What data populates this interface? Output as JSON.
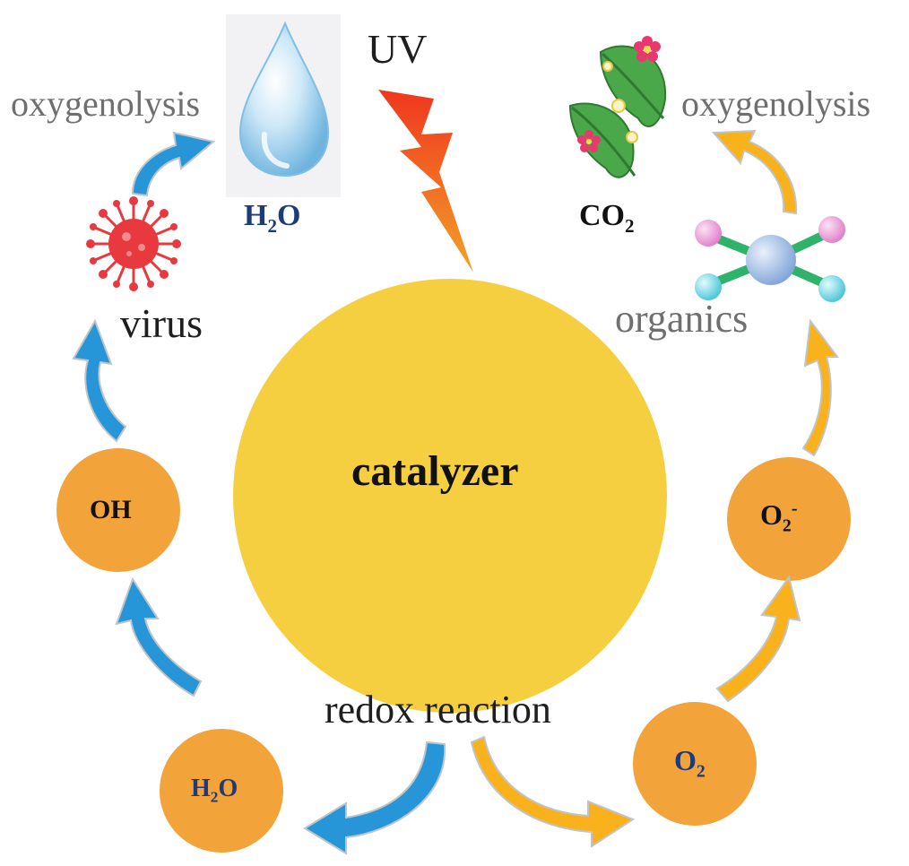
{
  "labels": {
    "uv": "UV",
    "oxygenolysis_left": "oxygenolysis",
    "oxygenolysis_right": "oxygenolysis",
    "virus": "virus",
    "organics": "organics",
    "catalyzer": "catalyzer",
    "redox": "redox reaction"
  },
  "species": {
    "h2o_top": {
      "base": "H",
      "sub": "2",
      "rest": "O"
    },
    "co2": {
      "base": "CO",
      "sub": "2"
    },
    "oh": "OH",
    "o2_minus": {
      "base": "O",
      "sub": "2",
      "sup": "-"
    },
    "o2": {
      "base": "O",
      "sub": "2"
    },
    "h2o_bottom": {
      "base": "H",
      "sub": "2",
      "rest": "O"
    }
  },
  "colors": {
    "catalyzer": "#f5cf3f",
    "species_node": "#f2a33a",
    "blue_arrow": "#2696d8",
    "yellow_arrow": "#f9b21c",
    "lightning_top": "#f0361e",
    "lightning_bottom": "#f2a128",
    "virus": "#e8393f",
    "leaf": "#4aa84a",
    "water_drop": "#a7d6f0"
  },
  "icons": [
    "water-drop-icon",
    "lightning-icon",
    "leaves-flowers-icon",
    "virus-icon",
    "molecule-icon"
  ]
}
